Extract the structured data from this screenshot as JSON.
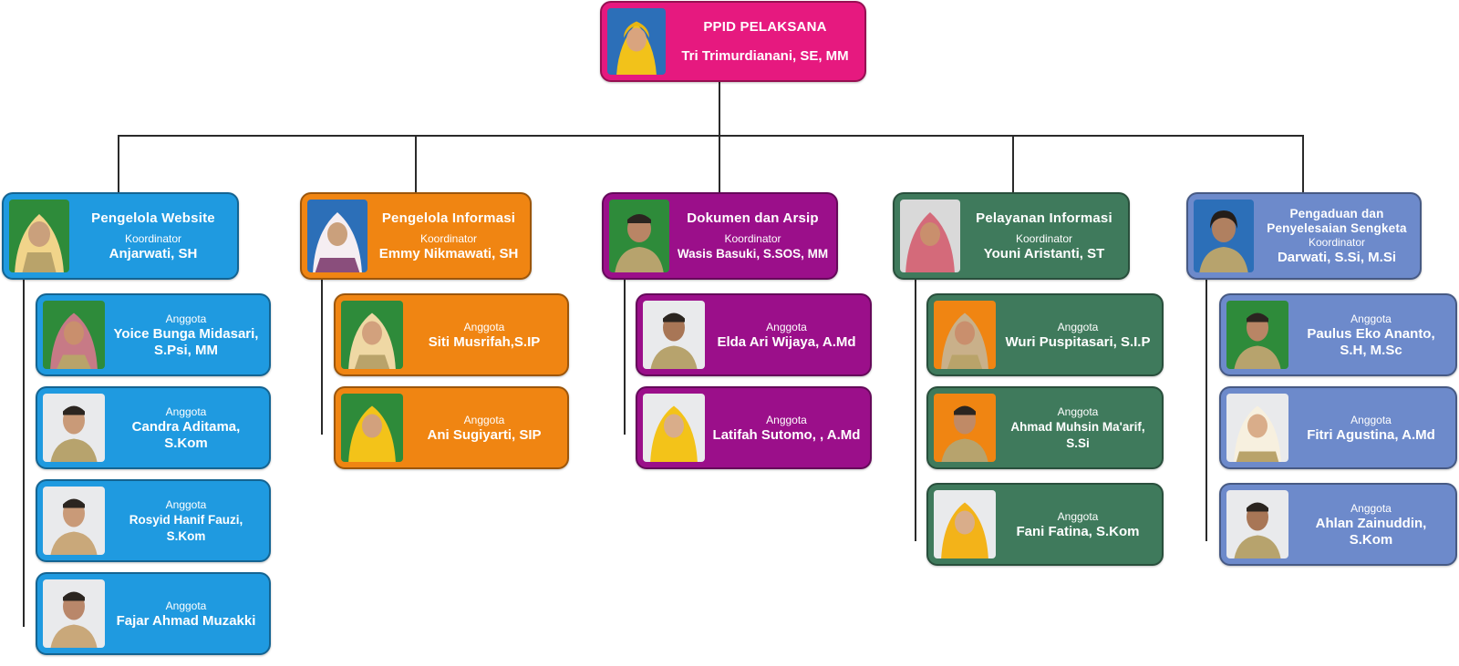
{
  "colors": {
    "head": "#e6197f",
    "website": "#1f9ae0",
    "informasi": "#f08512",
    "arsip": "#9b0f8a",
    "pelayanan": "#3f7a5c",
    "pengaduan": "#6d8acb",
    "connector": "#2a2a2a"
  },
  "head": {
    "title": "PPID PELAKSANA",
    "name": "Tri Trimurdianani, SE, MM",
    "photo_icon": "portrait-hijab-yellow-icon"
  },
  "divisions": [
    {
      "key": "website",
      "title": "Pengelola Website",
      "role": "Koordinator",
      "name": "Anjarwati, SH",
      "members": [
        {
          "role": "Anggota",
          "name": "Yoice Bunga Midasari, S.Psi, MM"
        },
        {
          "role": "Anggota",
          "name": "Candra Aditama, S.Kom"
        },
        {
          "role": "Anggota",
          "name": "Rosyid Hanif Fauzi, S.Kom"
        },
        {
          "role": "Anggota",
          "name": "Fajar Ahmad Muzakki"
        }
      ]
    },
    {
      "key": "informasi",
      "title": "Pengelola Informasi",
      "role": "Koordinator",
      "name": "Emmy Nikmawati, SH",
      "members": [
        {
          "role": "Anggota",
          "name": "Siti Musrifah,S.IP"
        },
        {
          "role": "Anggota",
          "name": "Ani Sugiyarti, SIP"
        }
      ]
    },
    {
      "key": "arsip",
      "title": "Dokumen dan Arsip",
      "role": "Koordinator",
      "name": "Wasis Basuki, S.SOS, MM",
      "members": [
        {
          "role": "Anggota",
          "name": "Elda Ari Wijaya, A.Md"
        },
        {
          "role": "Anggota",
          "name": "Latifah Sutomo, , A.Md"
        }
      ]
    },
    {
      "key": "pelayanan",
      "title": "Pelayanan Informasi",
      "role": "Koordinator",
      "name": "Youni Aristanti, ST",
      "members": [
        {
          "role": "Anggota",
          "name": "Wuri Puspitasari, S.I.P"
        },
        {
          "role": "Anggota",
          "name": "Ahmad Muhsin Ma'arif, S.Si"
        },
        {
          "role": "Anggota",
          "name": "Fani Fatina, S.Kom"
        }
      ]
    },
    {
      "key": "pengaduan",
      "title": "Pengaduan dan Penyelesaian Sengketa",
      "role": "Koordinator",
      "name": "Darwati, S.Si, M.Si",
      "members": [
        {
          "role": "Anggota",
          "name": "Paulus Eko Ananto, S.H, M.Sc"
        },
        {
          "role": "Anggota",
          "name": "Fitri Agustina, A.Md"
        },
        {
          "role": "Anggota",
          "name": "Ahlan Zainuddin, S.Kom"
        }
      ]
    }
  ]
}
